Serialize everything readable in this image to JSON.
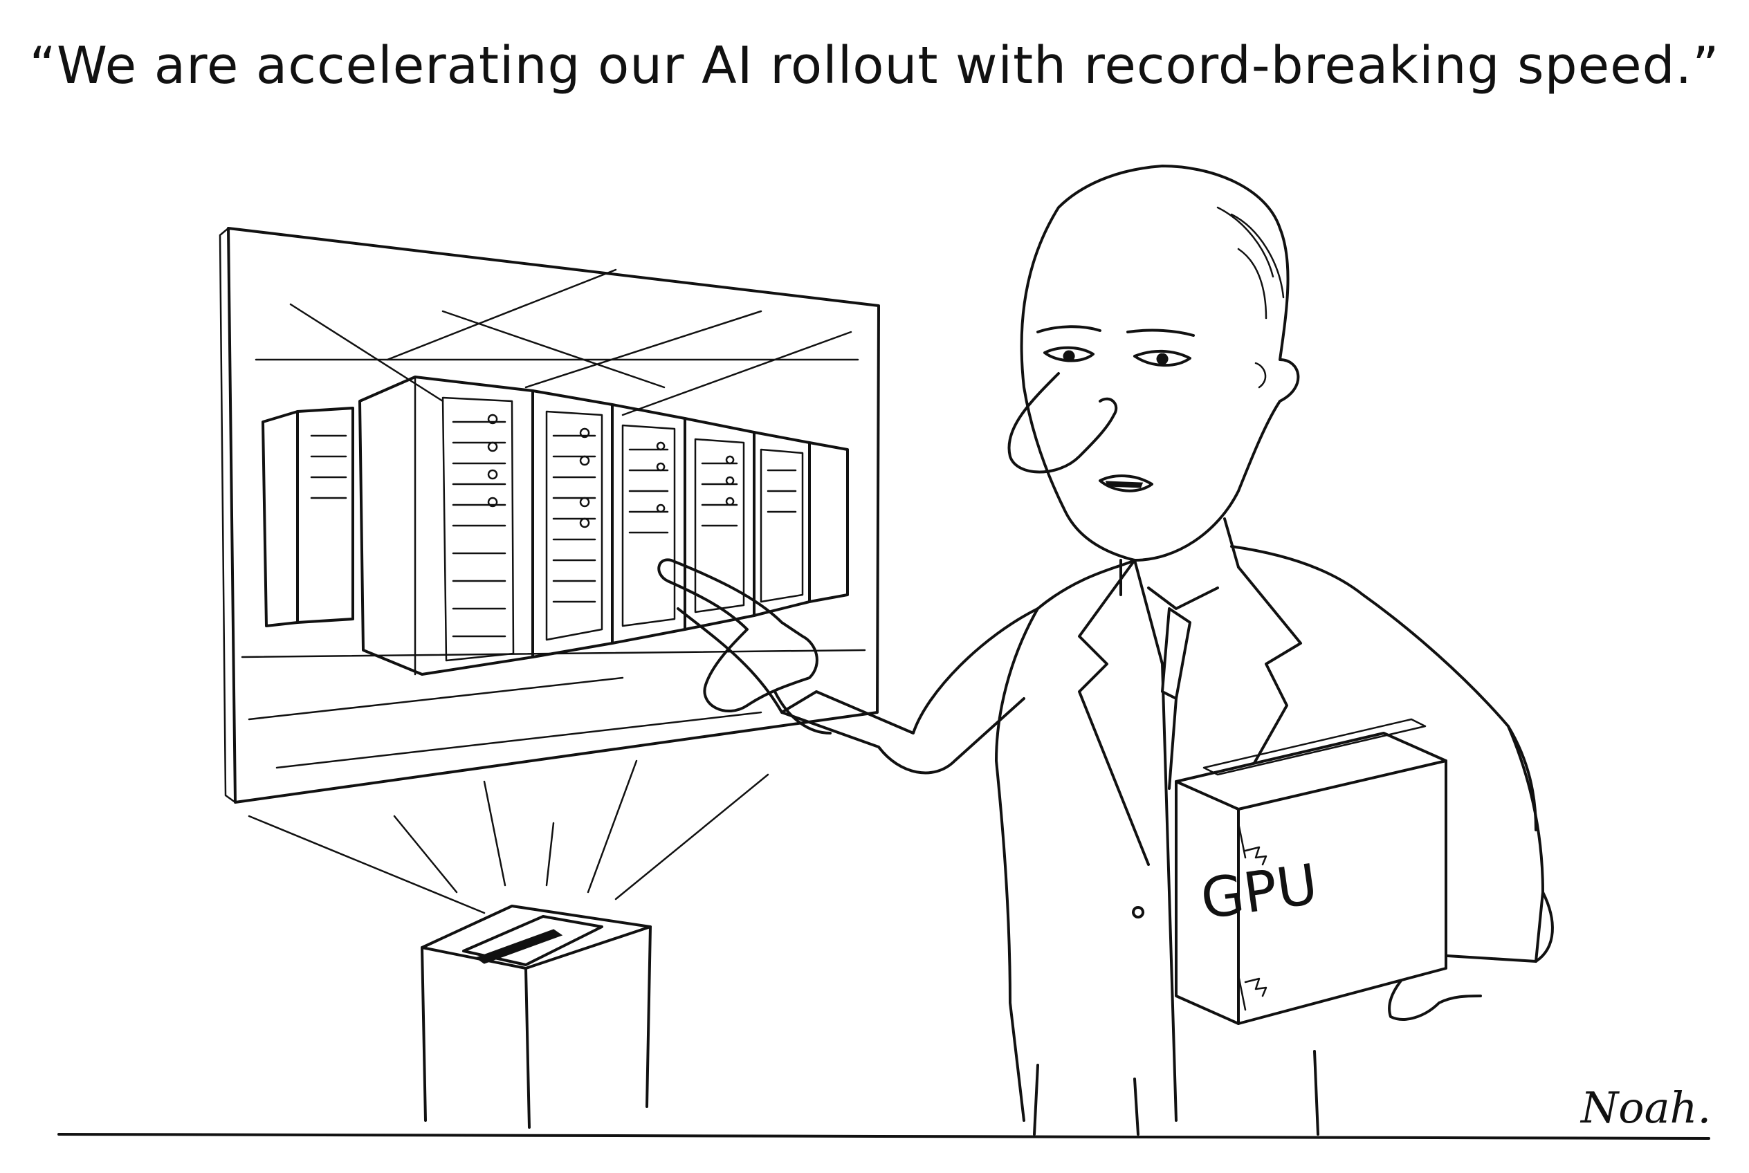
{
  "caption": "“We are accelerating our AI rollout with record-breaking speed.”",
  "box_label": "GPU",
  "signature": "Noah.",
  "ink_color": "#111111",
  "paper_color": "#ffffff"
}
